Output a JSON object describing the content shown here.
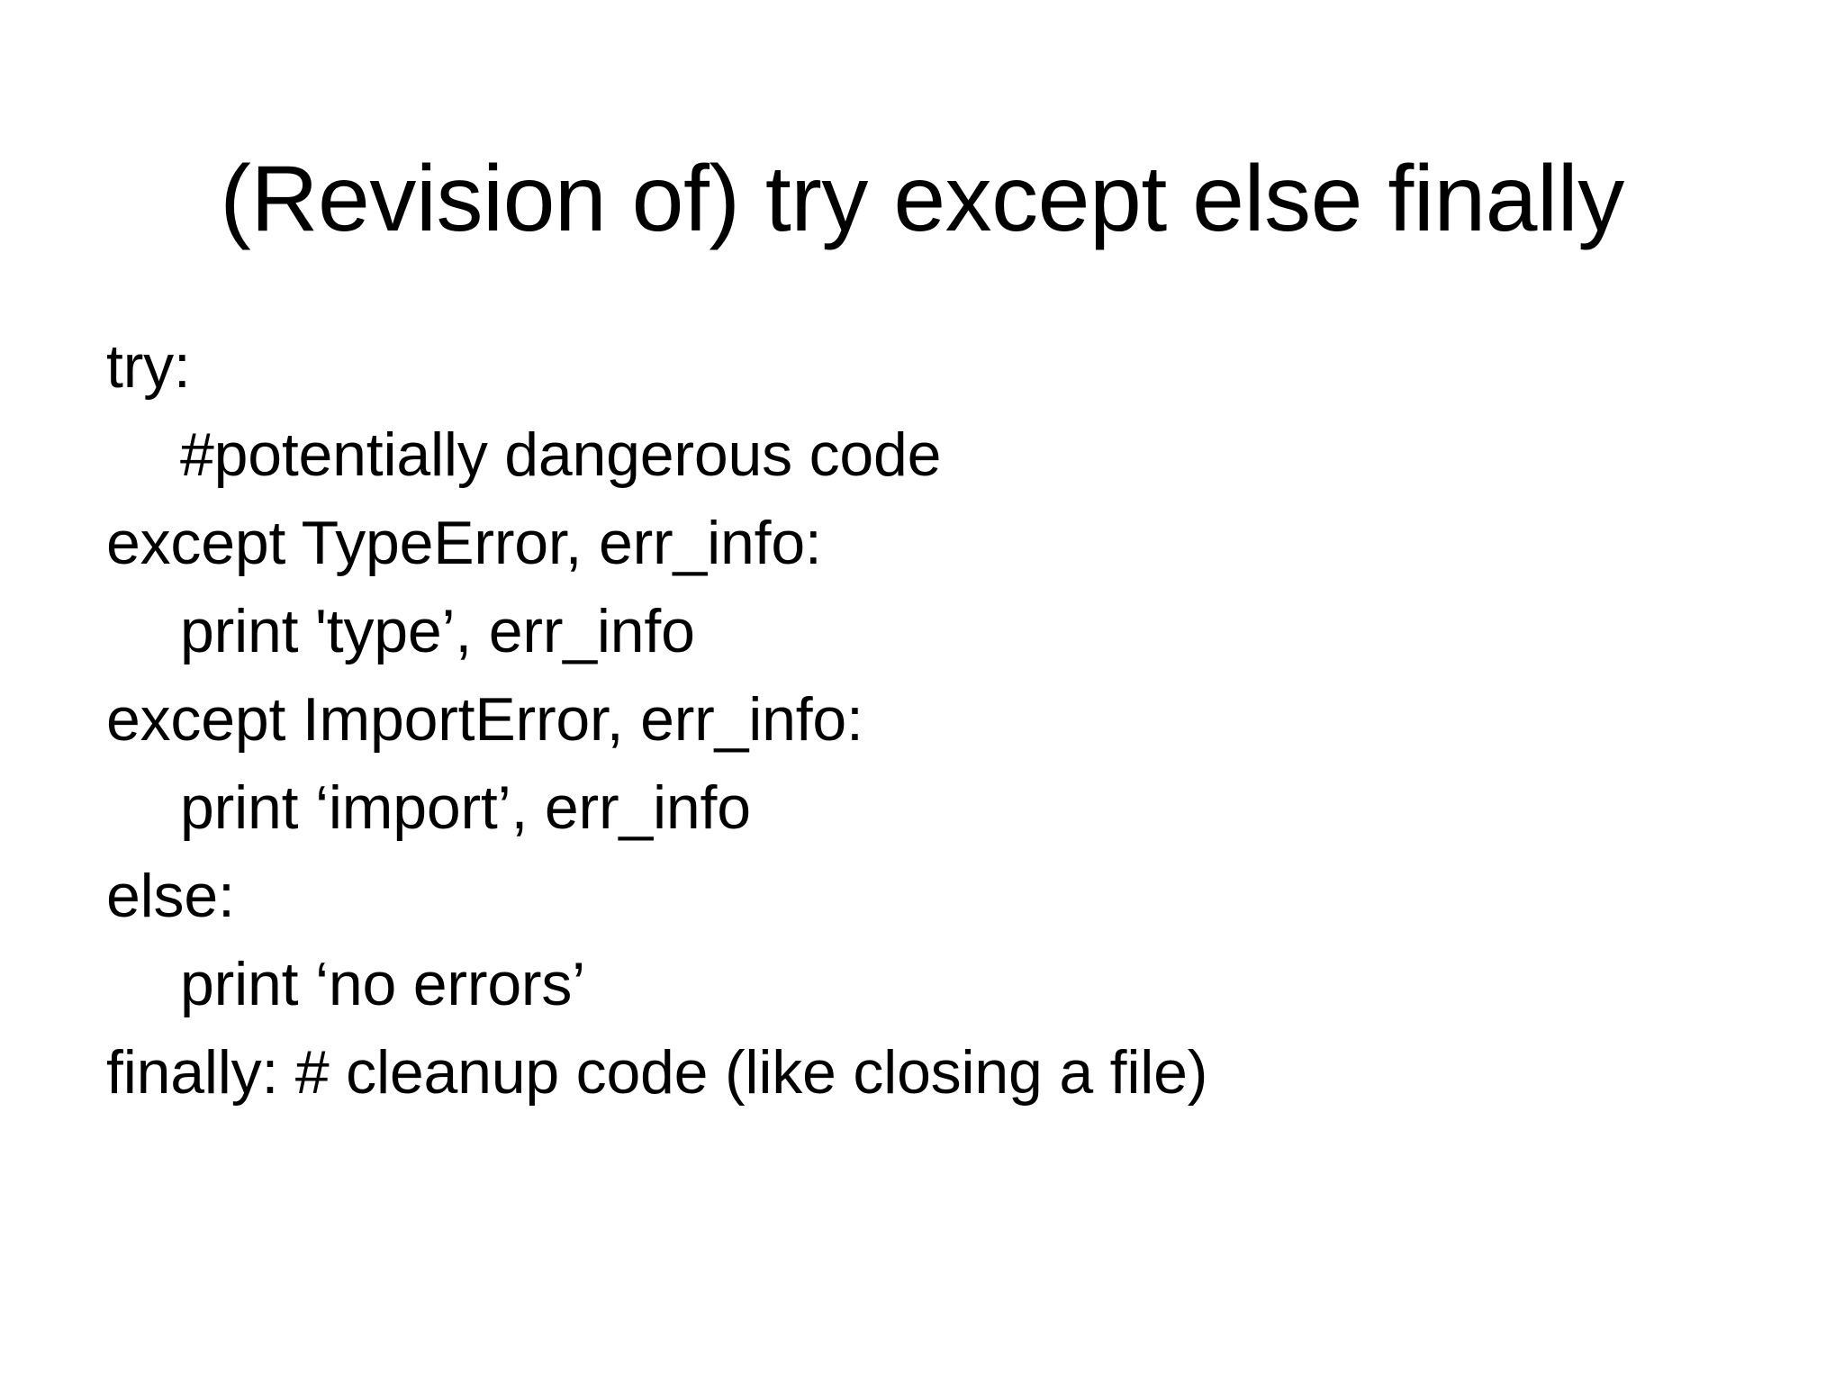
{
  "slide": {
    "background_color": "#ffffff",
    "text_color": "#000000",
    "title": "(Revision of) try except else finally",
    "code_lines": [
      {
        "indent": 0,
        "text": "try:"
      },
      {
        "indent": 1,
        "text": "#potentially dangerous code"
      },
      {
        "indent": 0,
        "text": "except TypeError, err_info:"
      },
      {
        "indent": 1,
        "text": "print 'type’, err_info"
      },
      {
        "indent": 0,
        "text": "except ImportError, err_info:"
      },
      {
        "indent": 1,
        "text": "print ‘import’, err_info"
      },
      {
        "indent": 0,
        "text": "else:"
      },
      {
        "indent": 1,
        "text": "print ‘no errors’"
      },
      {
        "indent": 0,
        "text": "finally: # cleanup code (like closing a file)"
      }
    ]
  }
}
